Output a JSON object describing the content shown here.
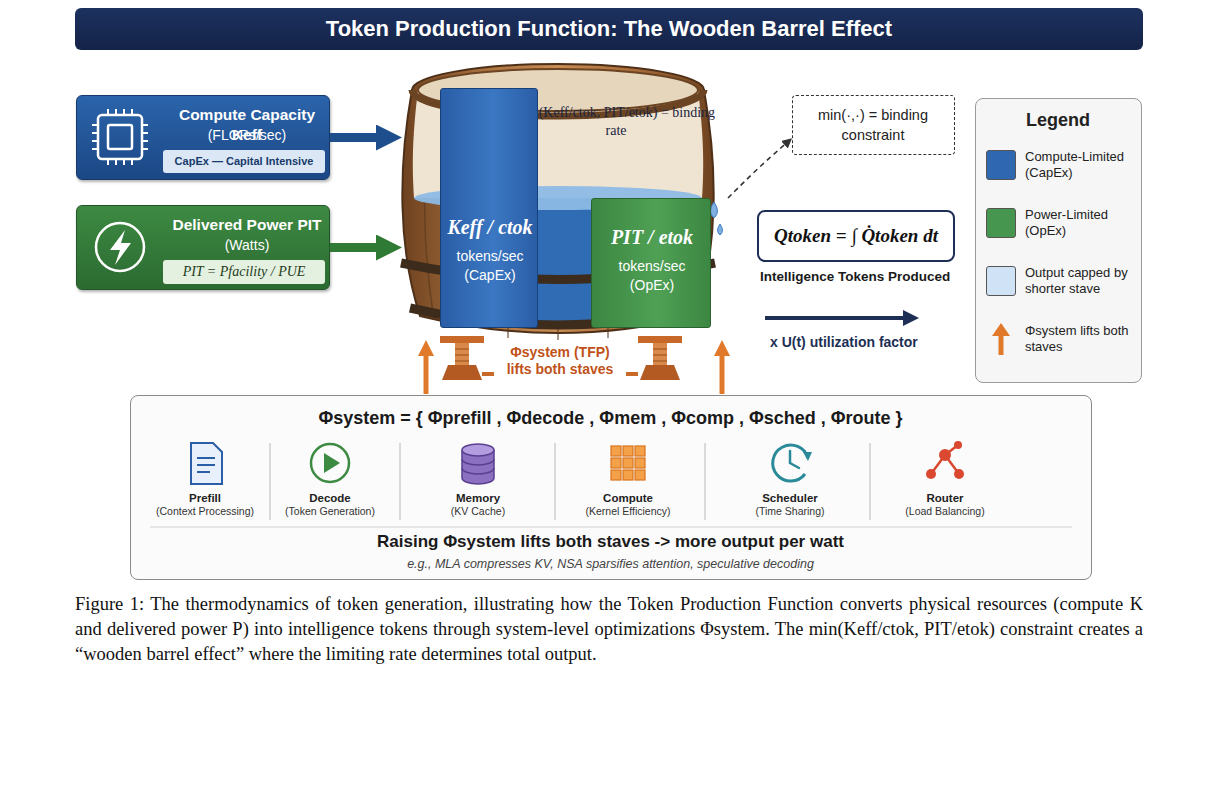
{
  "diagram": {
    "title": "Token Production Function: The Wooden Barrel Effect",
    "caption": "Figure 1: The thermodynamics of token generation, illustrating how the Token Production Function converts physical resources (compute K and delivered power P) into intelligence tokens through system-level optimizations Φsystem. The min(Keff/ctok, PIT/etok) constraint creates a “wooden barrel effect” where the limiting rate determines total output.",
    "nodes": [
      {
        "text": [
          "Compute Capacity Keff",
          "(FLOPs/sec)"
        ]
      },
      {
        "text": [
          "CapEx — Capital Intensive"
        ],
        "in": 0
      },
      {
        "text": [
          "Delivered Power PIT",
          "(Watts)"
        ]
      },
      {
        "text": [
          "PIT = Pfacility / PUE"
        ],
        "in": 2
      },
      {
        "text": [
          "min(Keff/ctok, PIT/etok) = binding rate"
        ]
      },
      {
        "text": [
          "Keff / ctok",
          "tokens/sec (CapEx)"
        ],
        "in": 4
      },
      {
        "text": [
          "PIT / etok",
          "tokens/sec (OpEx)"
        ],
        "in": 4
      },
      {
        "text": [
          "min(·,·) = binding constraint"
        ]
      },
      {
        "text": [
          "Qtoken = ∫ Q̇token dt"
        ]
      },
      {
        "text": [
          "Legend"
        ]
      },
      {
        "text": [
          "Φsystem = { Φprefill , Φdecode , Φmem , Φcomp , Φsched , Φroute }",
          "Raising Φsystem lifts both staves -> more output per watt",
          "e.g., MLA compresses KV, NSA sparsifies attention, speculative decoding"
        ]
      }
    ],
    "edges": [
      {
        "from": 0,
        "to": 4,
        "arrow": "to"
      },
      {
        "from": 2,
        "to": 4,
        "arrow": "to"
      },
      {
        "from": 4,
        "to": 7,
        "arrow": "to"
      }
    ],
    "labels": [
      "Intelligence Tokens Produced",
      "x U(t) utilization factor",
      "Φsystem (TFP) lifts both staves",
      "Prefill",
      "(Context Processing)",
      "Decode",
      "(Token Generation)",
      "Memory",
      "(KV Cache)",
      "Compute",
      "(Kernel Efficiency)",
      "Scheduler",
      "(Time Sharing)",
      "Router",
      "(Load Balancing)"
    ],
    "legend": [
      {
        "text": "Compute-Limited (CapEx)",
        "color": "#2f67b0"
      },
      {
        "text": "Power-Limited (OpEx)",
        "color": "#479650"
      },
      {
        "text": "Output capped by shorter stave",
        "color": "#cfe2f6"
      },
      {
        "text": "Φsystem lifts both staves"
      }
    ]
  }
}
